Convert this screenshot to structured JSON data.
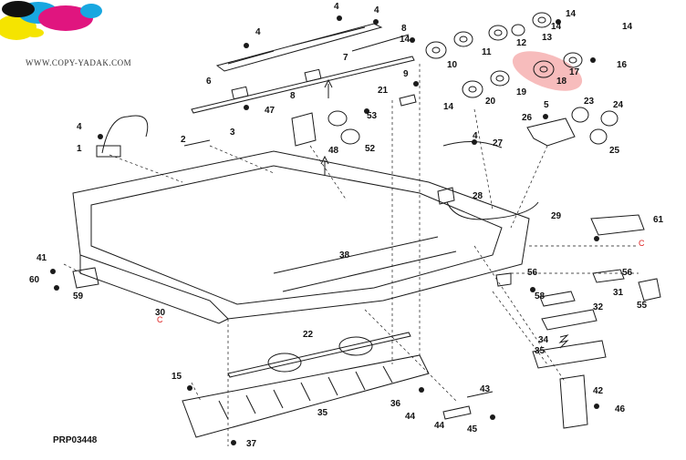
{
  "watermark": "WWW.COPY-YADAK.COM",
  "drawing_code": "PRP03448",
  "colors": {
    "ink": "#1a1a1a",
    "highlight": "#f4a6a6",
    "logo_magenta": "#e0157f",
    "logo_cyan": "#18a7e0",
    "logo_yellow": "#f5e400",
    "logo_black": "#111111",
    "note_red": "#d22222"
  },
  "callouts": [
    {
      "n": "1"
    },
    {
      "n": "2"
    },
    {
      "n": "3"
    },
    {
      "n": "4"
    },
    {
      "n": "4"
    },
    {
      "n": "4"
    },
    {
      "n": "4"
    },
    {
      "n": "4"
    },
    {
      "n": "5"
    },
    {
      "n": "6"
    },
    {
      "n": "7"
    },
    {
      "n": "8"
    },
    {
      "n": "8"
    },
    {
      "n": "9"
    },
    {
      "n": "10"
    },
    {
      "n": "11"
    },
    {
      "n": "12"
    },
    {
      "n": "13"
    },
    {
      "n": "14"
    },
    {
      "n": "14"
    },
    {
      "n": "14"
    },
    {
      "n": "14"
    },
    {
      "n": "14"
    },
    {
      "n": "15"
    },
    {
      "n": "16"
    },
    {
      "n": "17"
    },
    {
      "n": "18"
    },
    {
      "n": "19"
    },
    {
      "n": "20"
    },
    {
      "n": "21"
    },
    {
      "n": "22"
    },
    {
      "n": "23"
    },
    {
      "n": "24"
    },
    {
      "n": "25"
    },
    {
      "n": "26"
    },
    {
      "n": "27"
    },
    {
      "n": "28"
    },
    {
      "n": "29"
    },
    {
      "n": "30"
    },
    {
      "n": "31"
    },
    {
      "n": "32"
    },
    {
      "n": "34"
    },
    {
      "n": "35"
    },
    {
      "n": "35"
    },
    {
      "n": "36"
    },
    {
      "n": "37"
    },
    {
      "n": "38"
    },
    {
      "n": "41"
    },
    {
      "n": "42"
    },
    {
      "n": "43"
    },
    {
      "n": "44"
    },
    {
      "n": "44"
    },
    {
      "n": "45"
    },
    {
      "n": "46"
    },
    {
      "n": "47"
    },
    {
      "n": "48"
    },
    {
      "n": "52"
    },
    {
      "n": "53"
    },
    {
      "n": "55"
    },
    {
      "n": "56"
    },
    {
      "n": "56"
    },
    {
      "n": "58"
    },
    {
      "n": "59"
    },
    {
      "n": "60"
    },
    {
      "n": "61"
    }
  ],
  "highlighted_part": "16",
  "red_notes": [
    "C",
    "C"
  ]
}
